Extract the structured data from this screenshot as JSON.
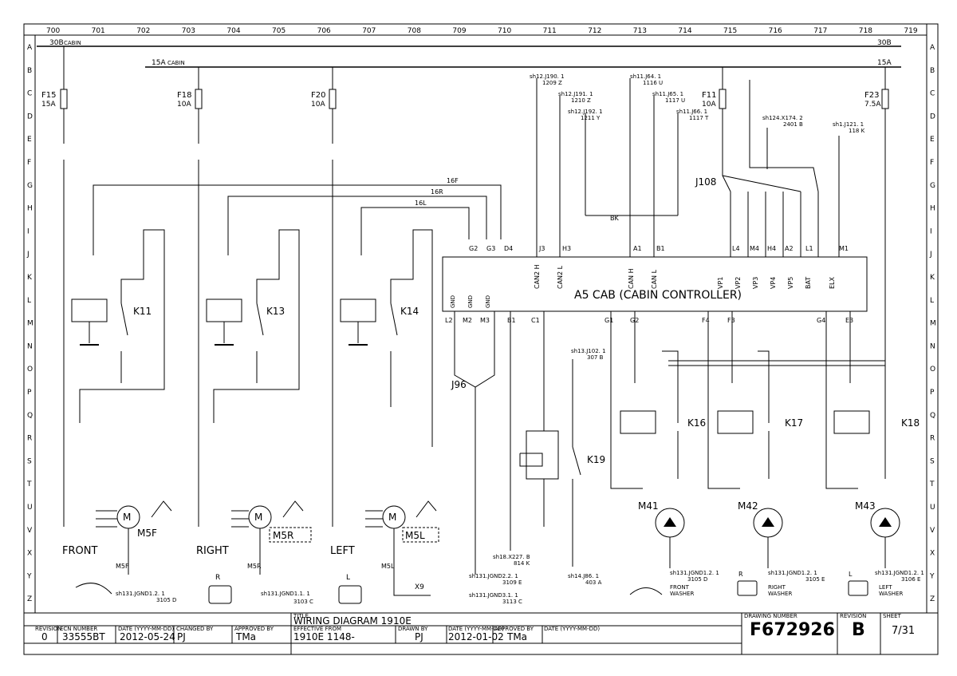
{
  "grid": {
    "columns": [
      "700",
      "701",
      "702",
      "703",
      "704",
      "705",
      "706",
      "707",
      "708",
      "709",
      "710",
      "711",
      "712",
      "713",
      "714",
      "715",
      "716",
      "717",
      "718",
      "719"
    ],
    "rows": [
      "A",
      "B",
      "C",
      "D",
      "E",
      "F",
      "G",
      "H",
      "I",
      "J",
      "K",
      "L",
      "M",
      "N",
      "O",
      "P",
      "Q",
      "R",
      "S",
      "T",
      "U",
      "V",
      "X",
      "Y",
      "Z"
    ]
  },
  "rails": {
    "rail_30b_left": "30B",
    "rail_30b_left_sub": "CABIN",
    "rail_30b_right": "30B",
    "rail_15a_left": "15A",
    "rail_15a_left_sub": "CABIN",
    "rail_15a_right": "15A"
  },
  "fuses": [
    {
      "id": "F15",
      "rating": "15A"
    },
    {
      "id": "F18",
      "rating": "10A"
    },
    {
      "id": "F20",
      "rating": "10A"
    },
    {
      "id": "F11",
      "rating": "10A"
    },
    {
      "id": "F23",
      "rating": "7.5A"
    }
  ],
  "controller": {
    "title": "A5 CAB (CABIN CONTROLLER)"
  },
  "controller_top_labels": [
    "CAN2 H",
    "CAN2 L",
    "CAN H",
    "CAN L",
    "VP1",
    "VP2",
    "VP3",
    "VP4",
    "VP5",
    "BAT",
    "ELX"
  ],
  "controller_bottom_labels": [
    "GND",
    "GND",
    "GND"
  ],
  "top_pins": [
    "G2",
    "G3",
    "D4",
    "J3",
    "H3",
    "A1",
    "B1",
    "L4",
    "M4",
    "H4",
    "A2",
    "L1",
    "M1"
  ],
  "bottom_pins": [
    "L2",
    "M2",
    "M3",
    "B1",
    "C1",
    "G1",
    "G2",
    "F4",
    "F3",
    "G4",
    "E3"
  ],
  "sheet_refs": {
    "r1": "sh12.J190. 1",
    "r1b": "1209 Z",
    "r2": "sh12.J191. 1",
    "r2b": "1210 Z",
    "r3": "sh12.J192. 1",
    "r3b": "1211 Y",
    "r4": "sh11.J64. 1",
    "r4b": "1116 U",
    "r5": "sh11.J65. 1",
    "r5b": "1117 U",
    "r6": "sh11.J66. 1",
    "r6b": "1117 T",
    "r7": "sh124.X174. 2",
    "r7b": "2401 B",
    "r8": "sh1.J121. 1",
    "r8b": "118 K",
    "r9": "sh13.J102. 1",
    "r9b": "307 B",
    "r10": "sh18.X227. B",
    "r10b": "814 K",
    "r11": "sh131.JGND2.2. 1",
    "r11b": "3109 E",
    "r12": "sh131.JGND3.1. 1",
    "r12b": "3113 C",
    "r13": "sh14.J86. 1",
    "r13b": "403 A",
    "r14": "sh131.JGND1.2. 1",
    "r14b": "3105 D",
    "r15": "sh131.JGND1.1. 1",
    "r15b": "3103 C",
    "r16": "sh131.JGND1.2. 1",
    "r16b": "3105 D",
    "r17": "sh131.JGND1.2. 1",
    "r17b": "3105 E",
    "r18": "sh131.JGND1.2. 1",
    "r18b": "3106 E"
  },
  "wiper_motors": [
    {
      "id": "M5F",
      "label": "FRONT",
      "relay": "K11",
      "windshield": ""
    },
    {
      "id": "M5R",
      "label": "RIGHT",
      "relay": "K13",
      "windshield": "R"
    },
    {
      "id": "M5L",
      "label": "LEFT",
      "relay": "K14",
      "windshield": "L"
    }
  ],
  "washer_motors": [
    {
      "id": "M41",
      "relay": "K16",
      "label": "FRONT",
      "label2": "WASHER",
      "side": ""
    },
    {
      "id": "M42",
      "relay": "K17",
      "label": "RIGHT",
      "label2": "WASHER",
      "side": "R"
    },
    {
      "id": "M43",
      "relay": "K18",
      "label": "LEFT",
      "label2": "WASHER",
      "side": "L"
    }
  ],
  "misc": {
    "k19": "K19",
    "j96": "J96",
    "j108": "J108",
    "wire_16f": "16F",
    "wire_16r": "16R",
    "wire_16l": "16L",
    "wire_bk": "BK"
  },
  "title_block": {
    "revision_hdr": "REVISION",
    "ecn_hdr": "ECN NUMBER",
    "date_hdr": "DATE (YYYY-MM-DD)",
    "changed_hdr": "CHANGED BY",
    "approved_hdr": "APPROVED BY",
    "title_hdr": "TITLE",
    "effective_hdr": "EFFECTIVE FROM",
    "drawn_hdr": "DRAWN BY",
    "date2_hdr": "DATE (YYYY-MM-DD)",
    "approved2_hdr": "APPROVED BY",
    "date3_hdr": "DATE (YYYY-MM-DD)",
    "drawing_hdr": "DRAWING NUMBER",
    "rev_hdr2": "REVISION",
    "sheet_hdr": "SHEET",
    "revision": "0",
    "ecn": "33555BT",
    "date": "2012-05-24",
    "changed_by": "PJ",
    "approved_by": "TMa",
    "title": "WIRING DIAGRAM 1910E",
    "effective": "1910E 1148-",
    "drawn_by": "PJ",
    "date2": "2012-01-02",
    "approved2": "TMa",
    "drawing_number": "F672926",
    "rev": "B",
    "sheet": "7/31"
  },
  "colors": {
    "ink": "#000000",
    "paper": "#ffffff"
  }
}
